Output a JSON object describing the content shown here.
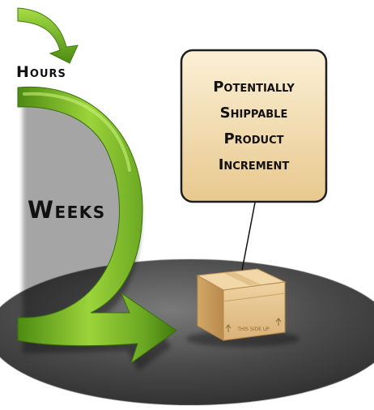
{
  "diagram": {
    "labels": {
      "hours": "Hours",
      "weeks": "Weeks"
    },
    "callout": {
      "lines": [
        "Potentially",
        "Shippable",
        "Product",
        "Increment"
      ]
    },
    "box": {
      "label": "THIS SIDE UP"
    }
  },
  "colors": {
    "arrow_green_light": "#9bd43a",
    "arrow_green_dark": "#4d8a12",
    "platform_dark": "#3c3c3c",
    "platform_mid": "#6a6a6a",
    "callout_fill": "#f3dcb0",
    "callout_border": "#222222",
    "box_fill": "#e6c48e"
  },
  "icons": {
    "box_up_arrows": "up-arrow-icon"
  }
}
